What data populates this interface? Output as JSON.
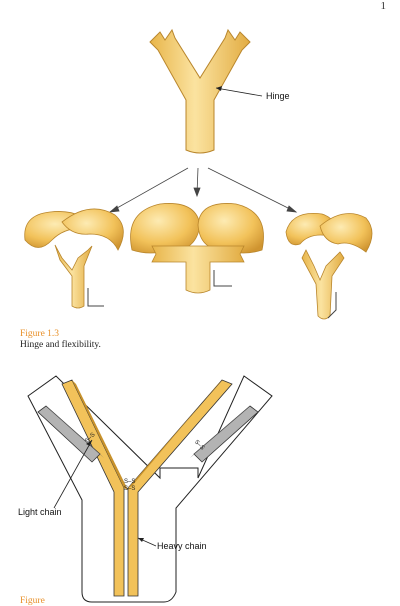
{
  "page": {
    "number": "1"
  },
  "figure_top": {
    "hinge_label": "Hinge",
    "caption_label": "Figure 1.3",
    "caption_text": "Hinge and flexibility."
  },
  "figure_bottom": {
    "light_chain_label": "Light chain",
    "heavy_chain_label": "Heavy chain",
    "disulfide_label": "S–S",
    "caption_label_partial": "Figure"
  },
  "colors": {
    "gold": "#f2c25a",
    "gold_light": "#f8dd8c",
    "gold_dark": "#c8922c",
    "gray_bar": "#9a9a9a",
    "caption_accent": "#e8912b"
  }
}
